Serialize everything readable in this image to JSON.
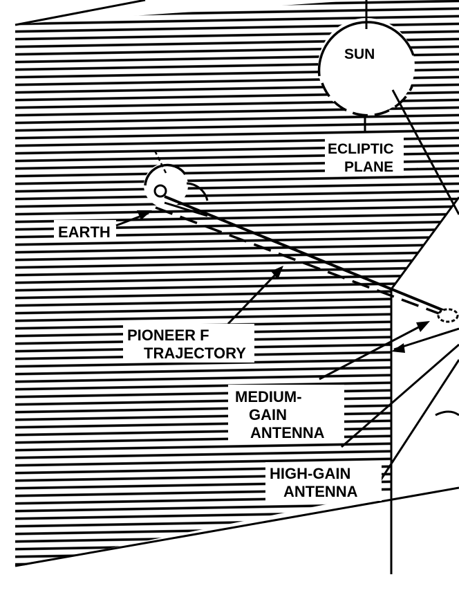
{
  "labels": {
    "sun": "SUN",
    "ecliptic_1": "ECLIPTIC",
    "ecliptic_2": "PLANE",
    "earth": "EARTH",
    "pioneer_1": "PIONEER F",
    "pioneer_2": "TRAJECTORY",
    "medium_1": "MEDIUM-",
    "medium_2": "GAIN",
    "medium_3": "ANTENNA",
    "high_1": "HIGH-GAIN",
    "high_2": "ANTENNA"
  }
}
